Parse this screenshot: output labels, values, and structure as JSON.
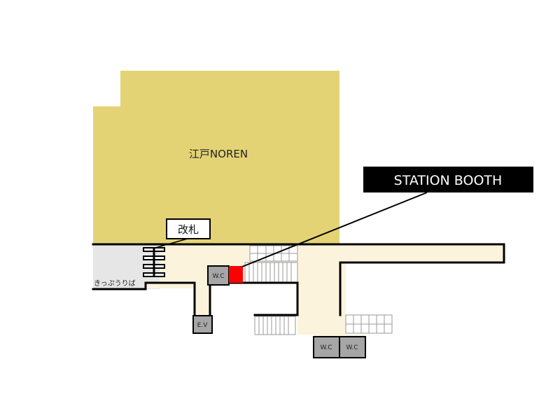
{
  "map": {
    "building_label": "江戸NOREN",
    "gate_label": "改札",
    "ticket_area_label": "きっぷうりば",
    "booth_callout_label": "STATION BOOTH",
    "wc_labels": [
      "W.C",
      "W.C",
      "W.C"
    ],
    "elevator_label": "E.V"
  },
  "colors": {
    "building": "#e4d375",
    "concourse": "#fcf3dc",
    "ticket_area": "#e6e6e6",
    "wall": "#000000",
    "facility_box": "#a6a6a6",
    "station_booth": "#ff0000",
    "callout_box": "#000000",
    "callout_text": "#ffffff"
  }
}
